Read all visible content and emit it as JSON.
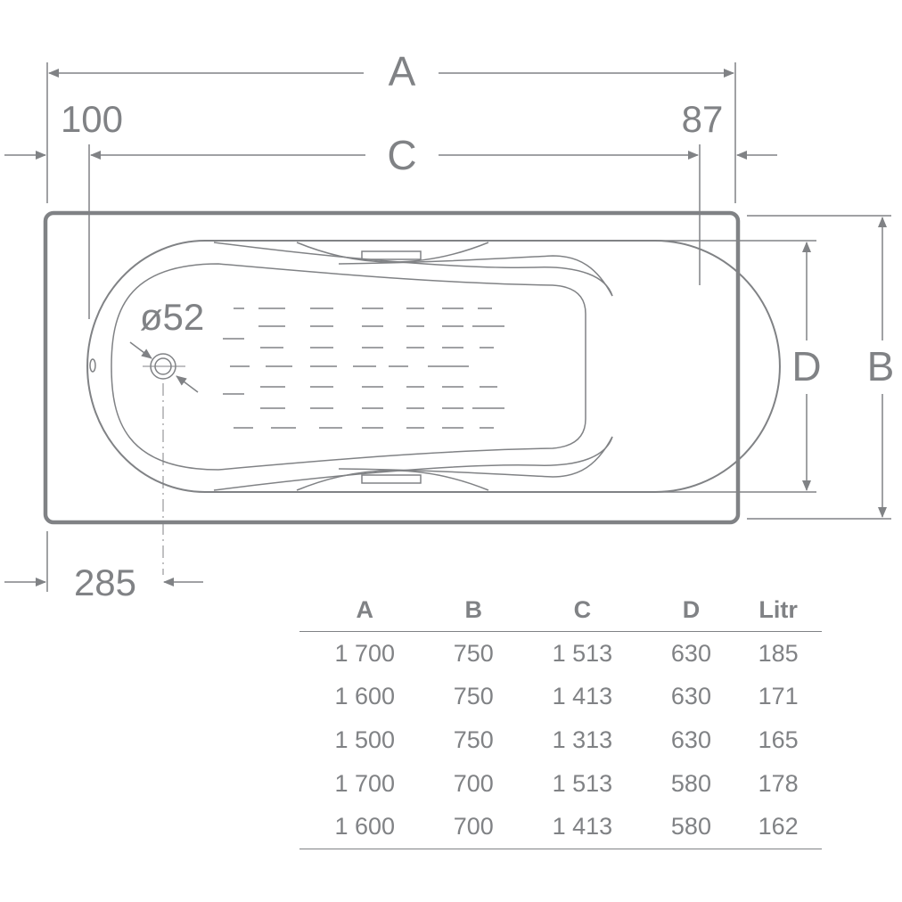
{
  "dimensions": {
    "A": "A",
    "B": "B",
    "C": "C",
    "D": "D",
    "left_offset": "100",
    "right_offset": "87",
    "drain_diameter": "ø52",
    "drain_offset": "285"
  },
  "table": {
    "headers": [
      "A",
      "B",
      "C",
      "D",
      "Litr"
    ],
    "rows": [
      [
        "1 700",
        "750",
        "1 513",
        "630",
        "185"
      ],
      [
        "1 600",
        "750",
        "1 413",
        "630",
        "171"
      ],
      [
        "1 500",
        "750",
        "1 313",
        "630",
        "165"
      ],
      [
        "1 700",
        "700",
        "1 513",
        "580",
        "178"
      ],
      [
        "1 600",
        "700",
        "1 413",
        "580",
        "162"
      ]
    ]
  },
  "colors": {
    "line": "#808285",
    "text": "#808285",
    "background": "#ffffff"
  }
}
